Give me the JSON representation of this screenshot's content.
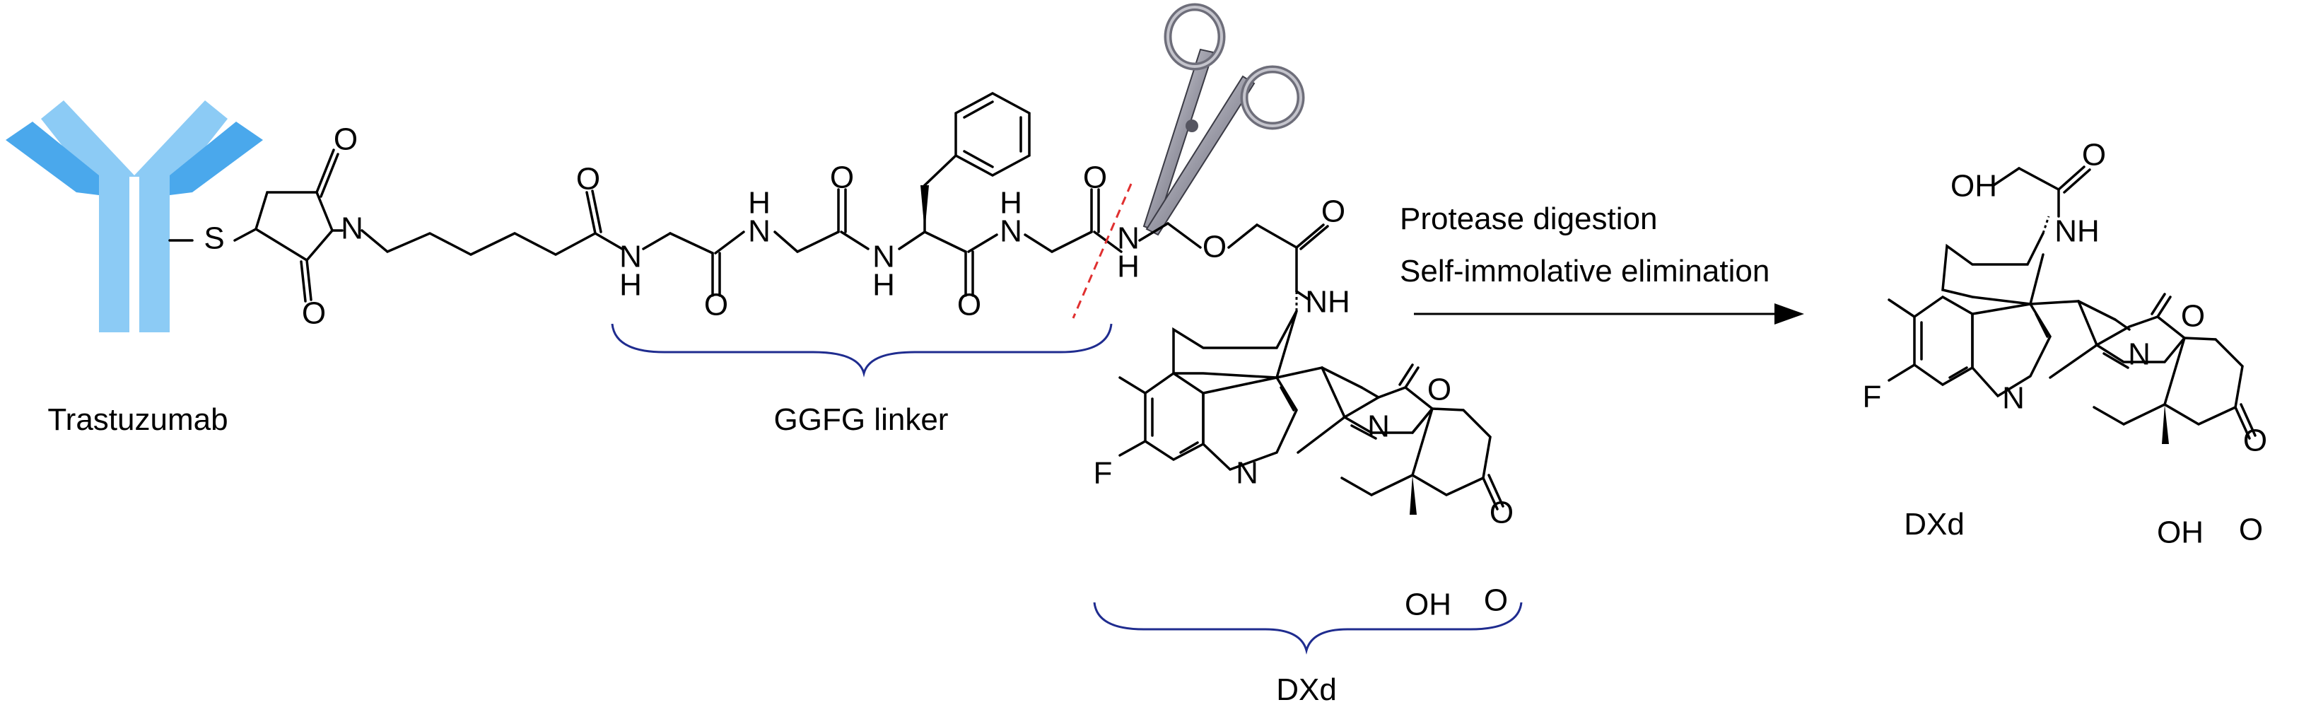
{
  "antibody": {
    "name": "Trastuzumab"
  },
  "linker": {
    "name": "GGFG linker"
  },
  "payload": {
    "name": "DXd"
  },
  "product": {
    "name": "DXd"
  },
  "reaction": {
    "step1": "Protease digestion",
    "step2": "Self-immolative elimination"
  },
  "atoms": {
    "S": "S",
    "N": "N",
    "O": "O",
    "H": "H",
    "F": "F",
    "OH": "OH",
    "NH": "NH"
  },
  "colors": {
    "antibody_light": "#8ccbf5",
    "antibody_dark": "#4aa8ec",
    "bracket": "#1f2c8f",
    "cleavage_line": "#e03030",
    "bond": "#000000"
  },
  "icons": {
    "cleavage_tool": "scissors-icon"
  }
}
